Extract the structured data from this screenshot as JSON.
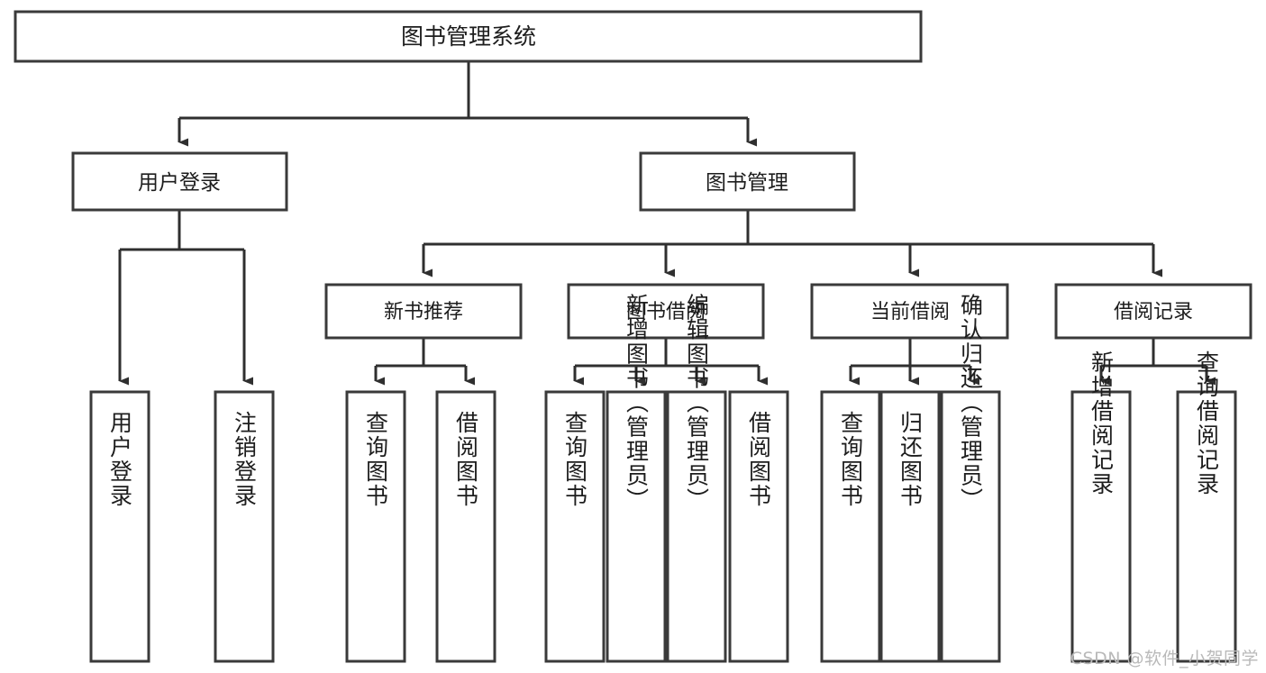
{
  "diagram": {
    "title": "图书管理系统",
    "type": "hierarchy-tree",
    "orientation": "top-down",
    "levels": 4,
    "colors": {
      "box_stroke": "#3a3a3a",
      "box_fill": "#ffffff",
      "edge": "#2f2f2f",
      "text": "#1d1d1d",
      "watermark": "#b9b9b9"
    }
  },
  "nodes": {
    "root": {
      "label": "图书管理系统"
    },
    "level1": [
      {
        "id": "user-login",
        "label": "用户登录"
      },
      {
        "id": "book-manage",
        "label": "图书管理"
      }
    ],
    "level2": [
      {
        "id": "new-book-recommend",
        "label": "新书推荐",
        "parent": "book-manage"
      },
      {
        "id": "book-borrow",
        "label": "图书借阅",
        "parent": "book-manage"
      },
      {
        "id": "current-borrow",
        "label": "当前借阅",
        "parent": "book-manage"
      },
      {
        "id": "borrow-record",
        "label": "借阅记录",
        "parent": "book-manage"
      }
    ],
    "leaves": [
      {
        "id": "leaf-user-login",
        "label": "用户登录",
        "parent": "user-login"
      },
      {
        "id": "leaf-user-logout",
        "label": "注销登录",
        "parent": "user-login"
      },
      {
        "id": "leaf-query-book-1",
        "label": "查询图书",
        "parent": "new-book-recommend"
      },
      {
        "id": "leaf-borrow-book-1",
        "label": "借阅图书",
        "parent": "new-book-recommend"
      },
      {
        "id": "leaf-query-book-2",
        "label": "查询图书",
        "parent": "book-borrow"
      },
      {
        "id": "leaf-add-book",
        "label": "新增图书（管理员）",
        "parent": "book-borrow"
      },
      {
        "id": "leaf-edit-book",
        "label": "编辑图书（管理员）",
        "parent": "book-borrow"
      },
      {
        "id": "leaf-borrow-book-2",
        "label": "借阅图书",
        "parent": "book-borrow"
      },
      {
        "id": "leaf-query-book-3",
        "label": "查询图书",
        "parent": "current-borrow"
      },
      {
        "id": "leaf-return-book",
        "label": "归还图书",
        "parent": "current-borrow"
      },
      {
        "id": "leaf-confirm-return",
        "label": "确认归还（管理员）",
        "parent": "current-borrow"
      },
      {
        "id": "leaf-add-record",
        "label": "新增借阅记录",
        "parent": "borrow-record"
      },
      {
        "id": "leaf-query-record",
        "label": "查询借阅记录",
        "parent": "borrow-record"
      }
    ]
  },
  "watermark": {
    "text": "CSDN @软件_小贺同学"
  }
}
